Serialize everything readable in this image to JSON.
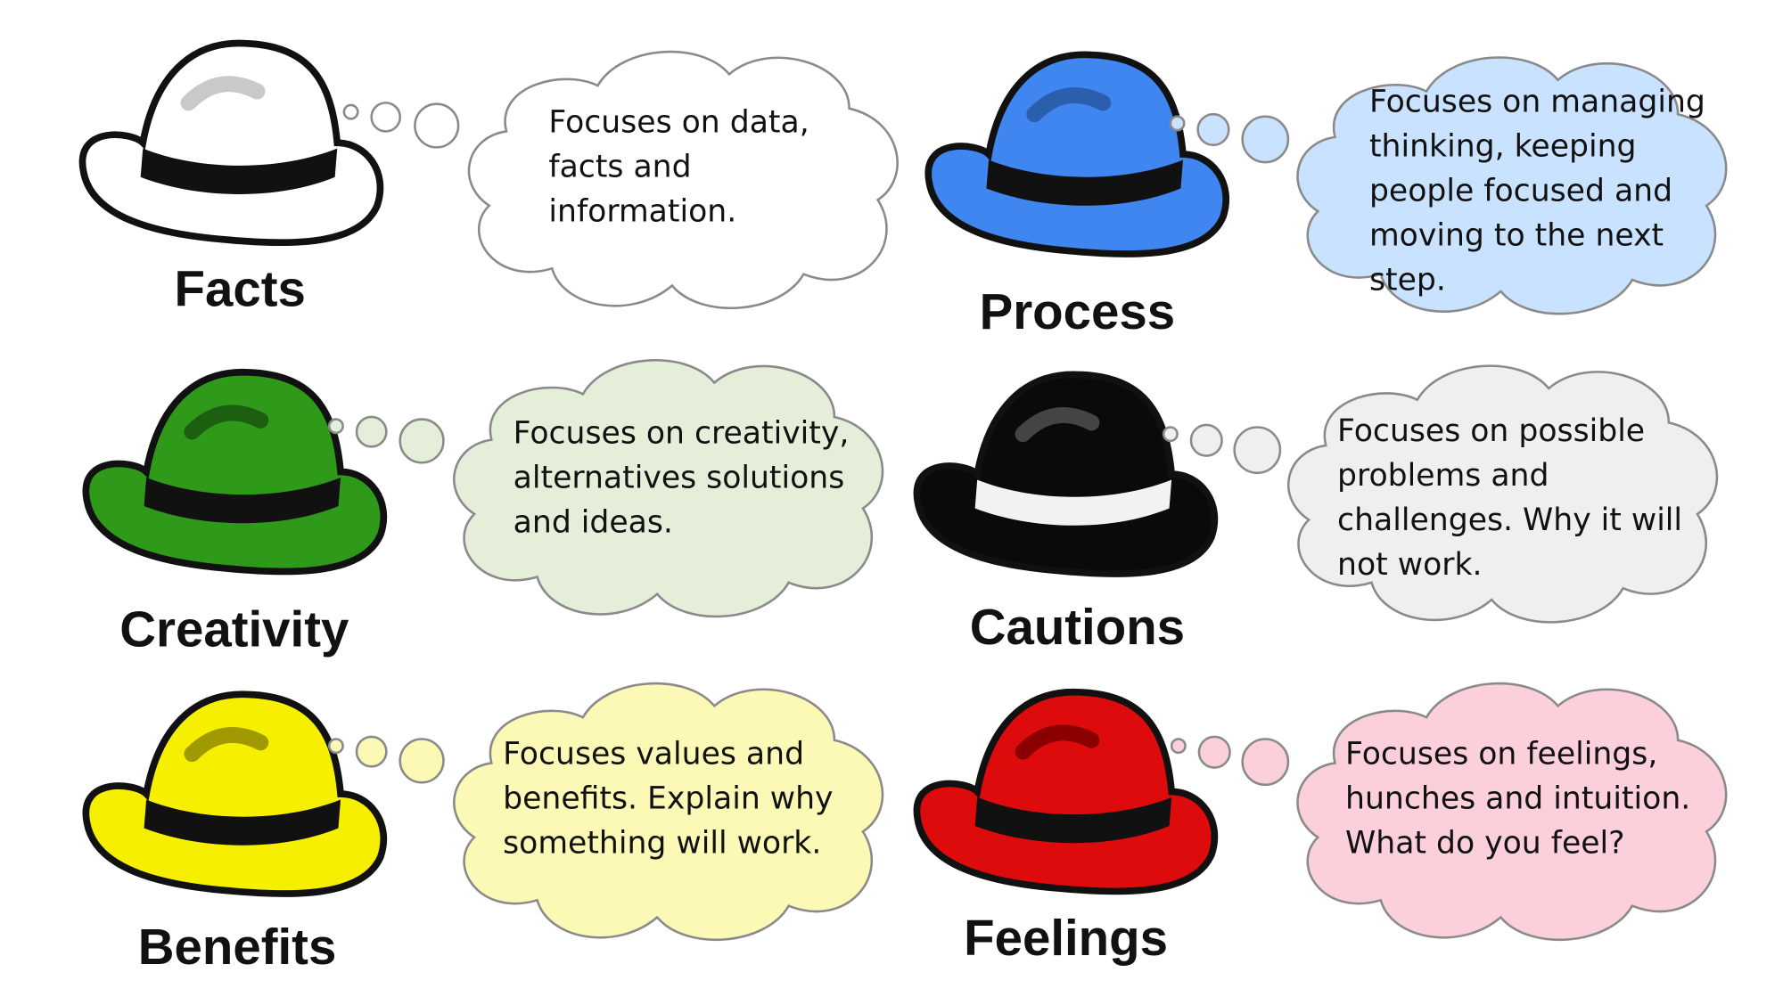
{
  "hats": [
    {
      "id": "facts",
      "label": "Facts",
      "text": "Focuses on data, facts and information.",
      "hat_color": "#ffffff",
      "band_color": "#111111",
      "cloud_color": "#ffffff"
    },
    {
      "id": "process",
      "label": "Process",
      "text": "Focuses on managing thinking, keeping people focused and moving to the next step.",
      "hat_color": "#3f86f0",
      "band_color": "#111111",
      "cloud_color": "#c9e2ff"
    },
    {
      "id": "creativity",
      "label": "Creativity",
      "text": "Focuses on creativity, alternatives solutions and ideas.",
      "hat_color": "#2f9a1a",
      "band_color": "#111111",
      "cloud_color": "#e4eed9"
    },
    {
      "id": "cautions",
      "label": "Cautions",
      "text": "Focuses on possible problems and challenges. Why it will not work.",
      "hat_color": "#0a0a0a",
      "band_color": "#f2f2f2",
      "cloud_color": "#efefef"
    },
    {
      "id": "benefits",
      "label": "Benefits",
      "text": "Focuses values and benefits. Explain why something will work.",
      "hat_color": "#f6f000",
      "band_color": "#111111",
      "cloud_color": "#fbf9b5"
    },
    {
      "id": "feelings",
      "label": "Feelings",
      "text": "Focuses on feelings, hunches and intuition. What do you feel?",
      "hat_color": "#dd0b0b",
      "band_color": "#111111",
      "cloud_color": "#fbd0da"
    }
  ]
}
